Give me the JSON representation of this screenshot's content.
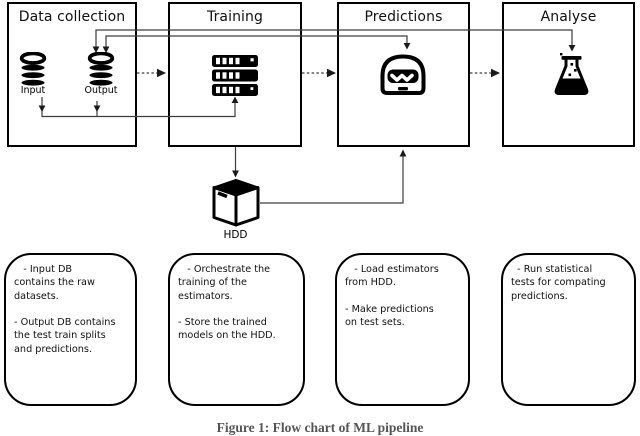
{
  "diagram": {
    "stages": [
      {
        "title": "Data collection"
      },
      {
        "title": "Training"
      },
      {
        "title": "Predictions"
      },
      {
        "title": "Analyse"
      }
    ],
    "db_labels": {
      "input": "Input",
      "output": "Output"
    },
    "hdd_label": "HDD",
    "notes": [
      {
        "text": "   - Input DB\ncontains the raw\ndatasets.\n\n- Output DB contains\nthe test train splits\nand predictions."
      },
      {
        "text": "   - Orchestrate the\ntraining of the\nestimators.\n\n- Store the trained\nmodels on the HDD."
      },
      {
        "text": "   - Load estimators\nfrom HDD.\n\n- Make predictions\non test sets."
      },
      {
        "text": "  - Run statistical\ntests for compating\npredictions."
      }
    ],
    "caption": "Figure 1: Flow chart of ML pipeline"
  },
  "colors": {
    "ink": "#000000",
    "line": "#3d3d3d",
    "background": "#ffffff"
  }
}
